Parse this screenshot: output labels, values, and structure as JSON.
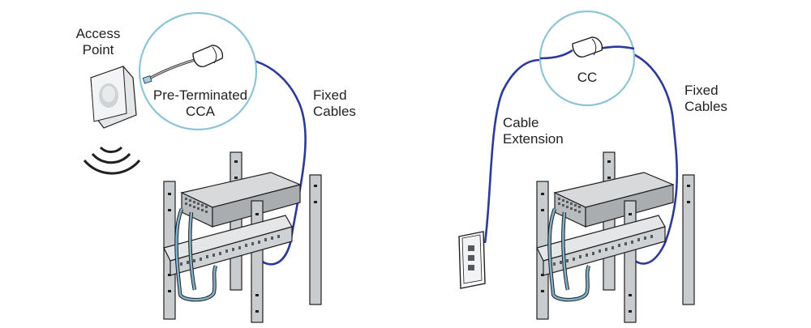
{
  "left_panel": {
    "access_point_line1": "Access",
    "access_point_line2": "Point",
    "callout_line1": "Pre-Terminated",
    "callout_line2": "CCA",
    "fixed_cables_line1": "Fixed",
    "fixed_cables_line2": "Cables"
  },
  "right_panel": {
    "callout_label": "CC",
    "cable_extension_line1": "Cable",
    "cable_extension_line2": "Extension",
    "fixed_cables_line1": "Fixed",
    "fixed_cables_line2": "Cables"
  },
  "colors": {
    "cable": "#2b3a9a",
    "callout_ring": "#8fc3d8",
    "patch_cord": "#7fb4cf",
    "rack_fill": "#c9ccce",
    "outline": "#231f20"
  }
}
